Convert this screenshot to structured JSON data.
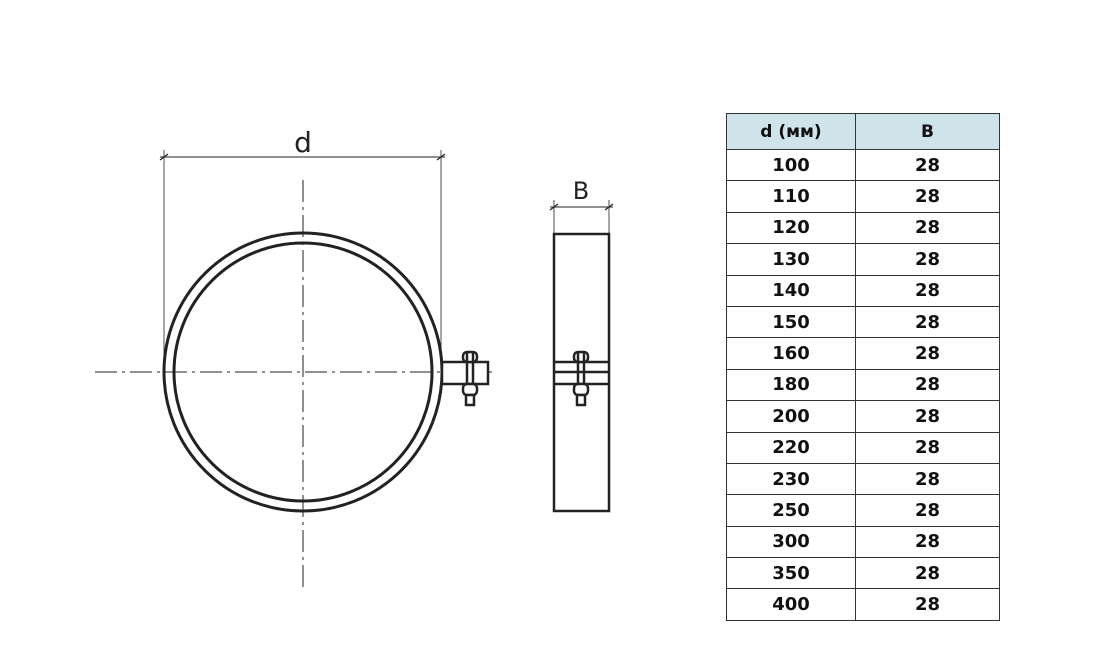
{
  "drawing": {
    "front_view_label": "d",
    "side_view_label": "B"
  },
  "table": {
    "headers": [
      "d (мм)",
      "B"
    ],
    "rows": [
      [
        "100",
        "28"
      ],
      [
        "110",
        "28"
      ],
      [
        "120",
        "28"
      ],
      [
        "130",
        "28"
      ],
      [
        "140",
        "28"
      ],
      [
        "150",
        "28"
      ],
      [
        "160",
        "28"
      ],
      [
        "180",
        "28"
      ],
      [
        "200",
        "28"
      ],
      [
        "220",
        "28"
      ],
      [
        "230",
        "28"
      ],
      [
        "250",
        "28"
      ],
      [
        "300",
        "28"
      ],
      [
        "350",
        "28"
      ],
      [
        "400",
        "28"
      ]
    ],
    "header_color": "#cfe3ea"
  }
}
